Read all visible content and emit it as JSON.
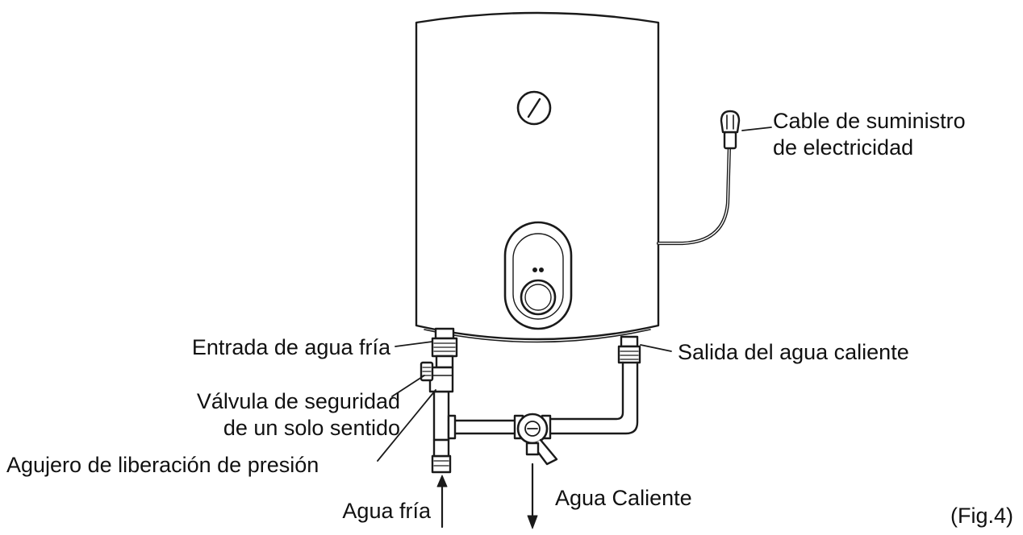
{
  "labels": {
    "power_cable_line1": "Cable de suministro",
    "power_cable_line2": "de electricidad",
    "cold_inlet": "Entrada de agua fría",
    "hot_outlet": "Salida del agua caliente",
    "safety_valve_line1": "Válvula de seguridad",
    "safety_valve_line2": "de un solo sentido",
    "pressure_hole": "Agujero de liberación de presión",
    "cold_water": "Agua fría",
    "hot_water": "Agua Caliente",
    "figure_number": "(Fig.4)"
  },
  "colors": {
    "stroke": "#1a1a1a",
    "text": "#111111",
    "body_fill": "#ffffff"
  }
}
